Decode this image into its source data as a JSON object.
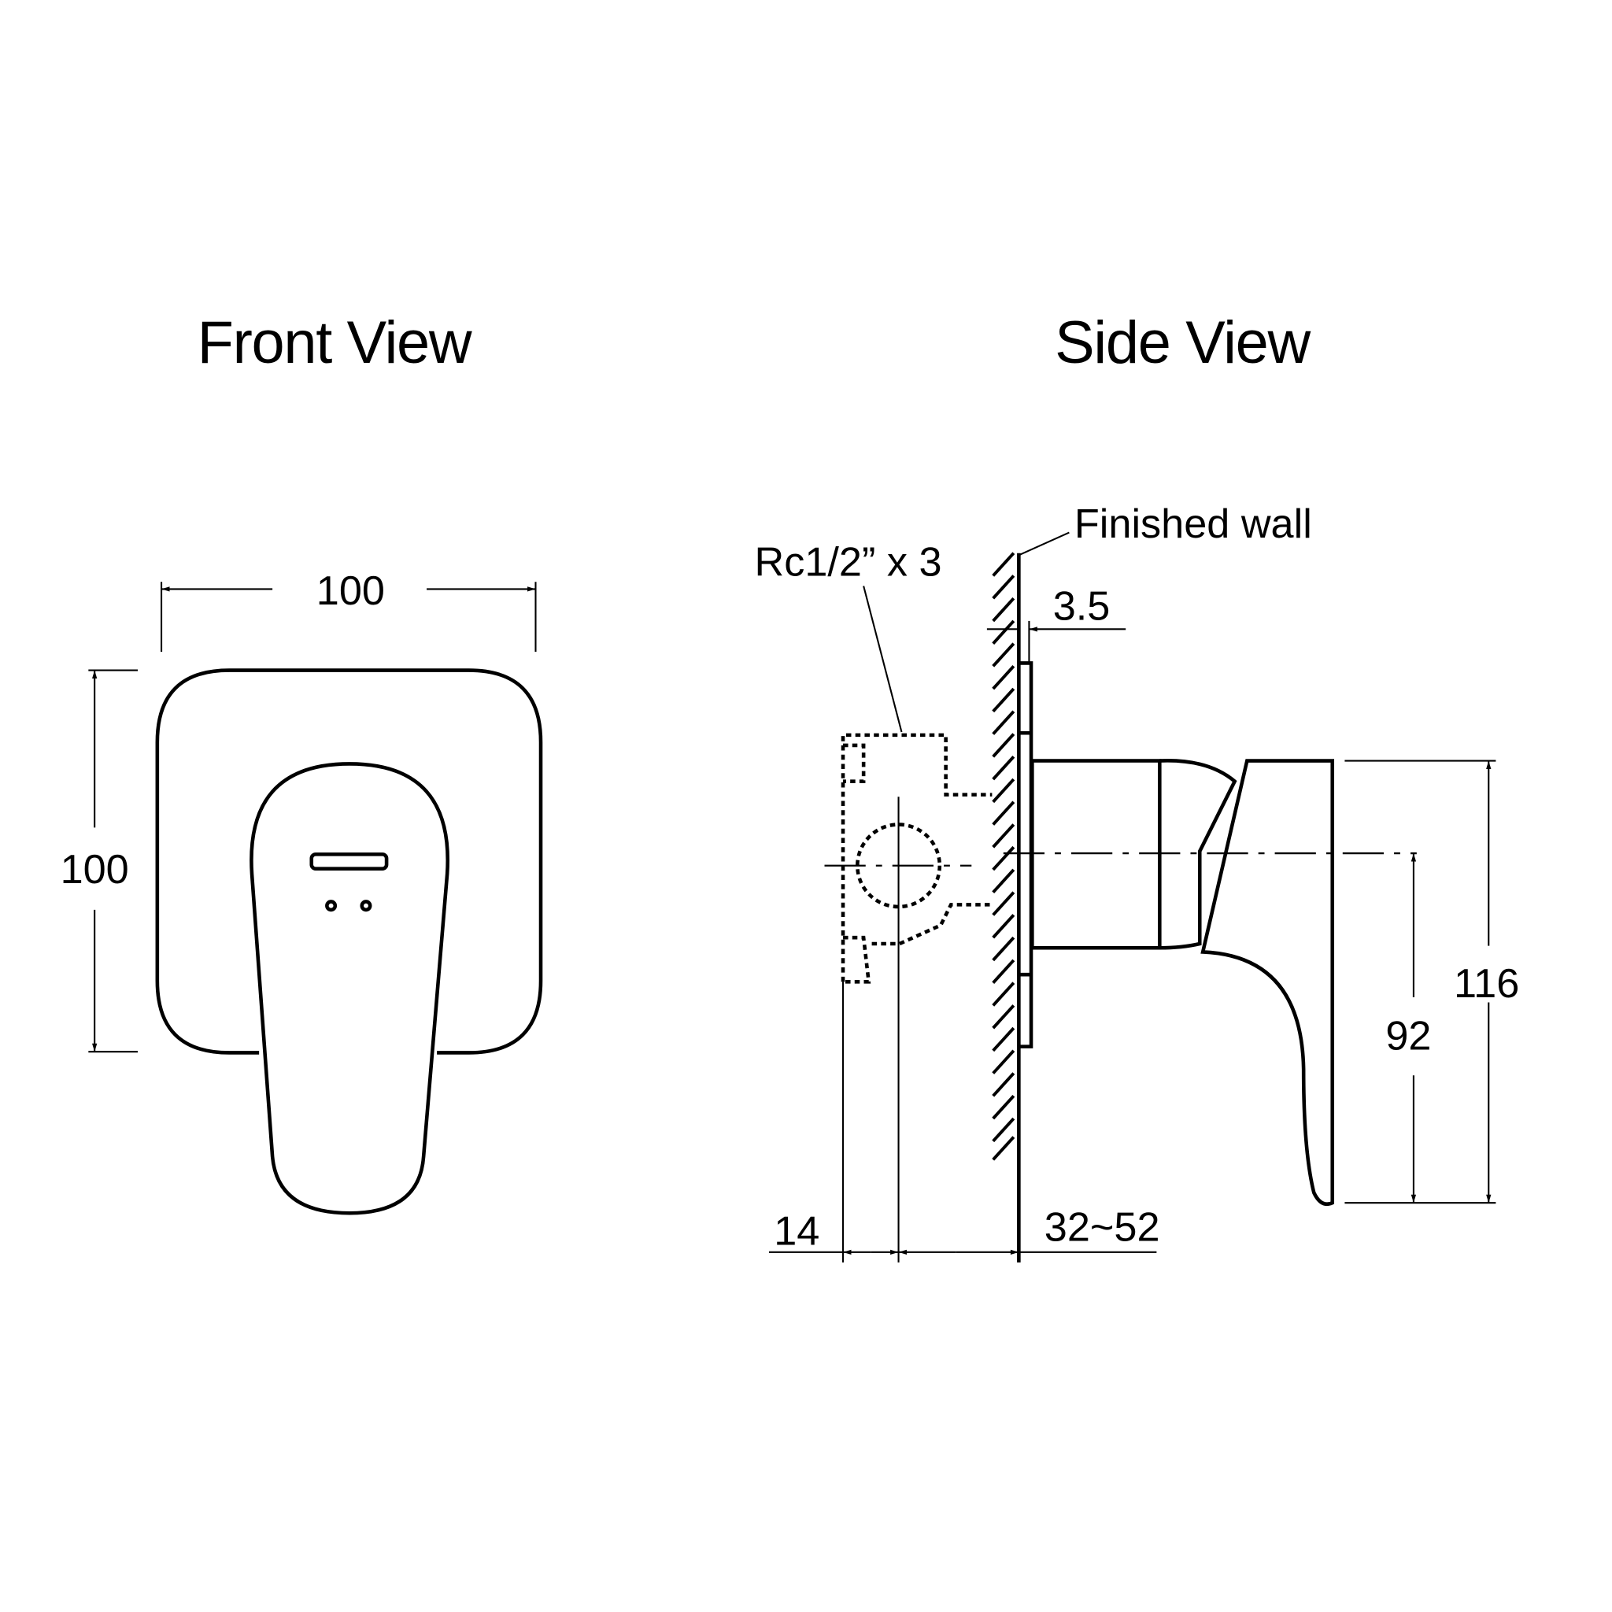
{
  "front_view": {
    "title": "Front View",
    "width_dim": "100",
    "height_dim": "100"
  },
  "side_view": {
    "title": "Side View",
    "wall_label": "Finished wall",
    "thread_label": "Rc1/2” x 3",
    "plate_thickness": "3.5",
    "height_total": "116",
    "height_center": "92",
    "depth_offset": "14",
    "depth_range": "32~52"
  },
  "colors": {
    "line": "#000000",
    "background": "#ffffff"
  }
}
